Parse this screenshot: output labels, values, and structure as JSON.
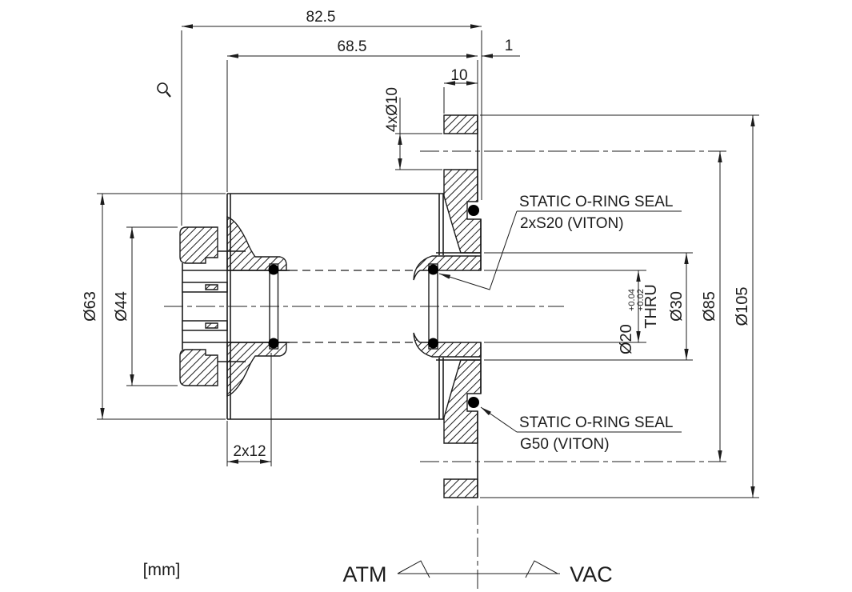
{
  "drawing": {
    "units_label": "[mm]",
    "side_labels": {
      "left": "ATM",
      "right": "VAC"
    },
    "dimensions": {
      "overall_length": "82.5",
      "body_length": "68.5",
      "face_offset": "1",
      "flange_thickness": "10",
      "bolt_holes": "4xØ10",
      "groove_offset": "2x12",
      "kf_od": "Ø63",
      "kf_bore": "Ø44",
      "bore": "Ø20",
      "bore_tol_upper": "+0.04",
      "bore_tol_lower": "+0.02",
      "bore_thru": "THRU",
      "counterbore": "Ø30",
      "bolt_circle": "Ø85",
      "flange_od": "Ø105"
    },
    "callouts": {
      "seal1_title": "STATIC O-RING SEAL",
      "seal1_spec": "2xS20 (VITON)",
      "seal2_title": "STATIC O-RING SEAL",
      "seal2_spec": "G50 (VITON)"
    },
    "colors": {
      "line": "#1c1c1c",
      "background": "#ffffff",
      "oring": "#000000"
    }
  }
}
